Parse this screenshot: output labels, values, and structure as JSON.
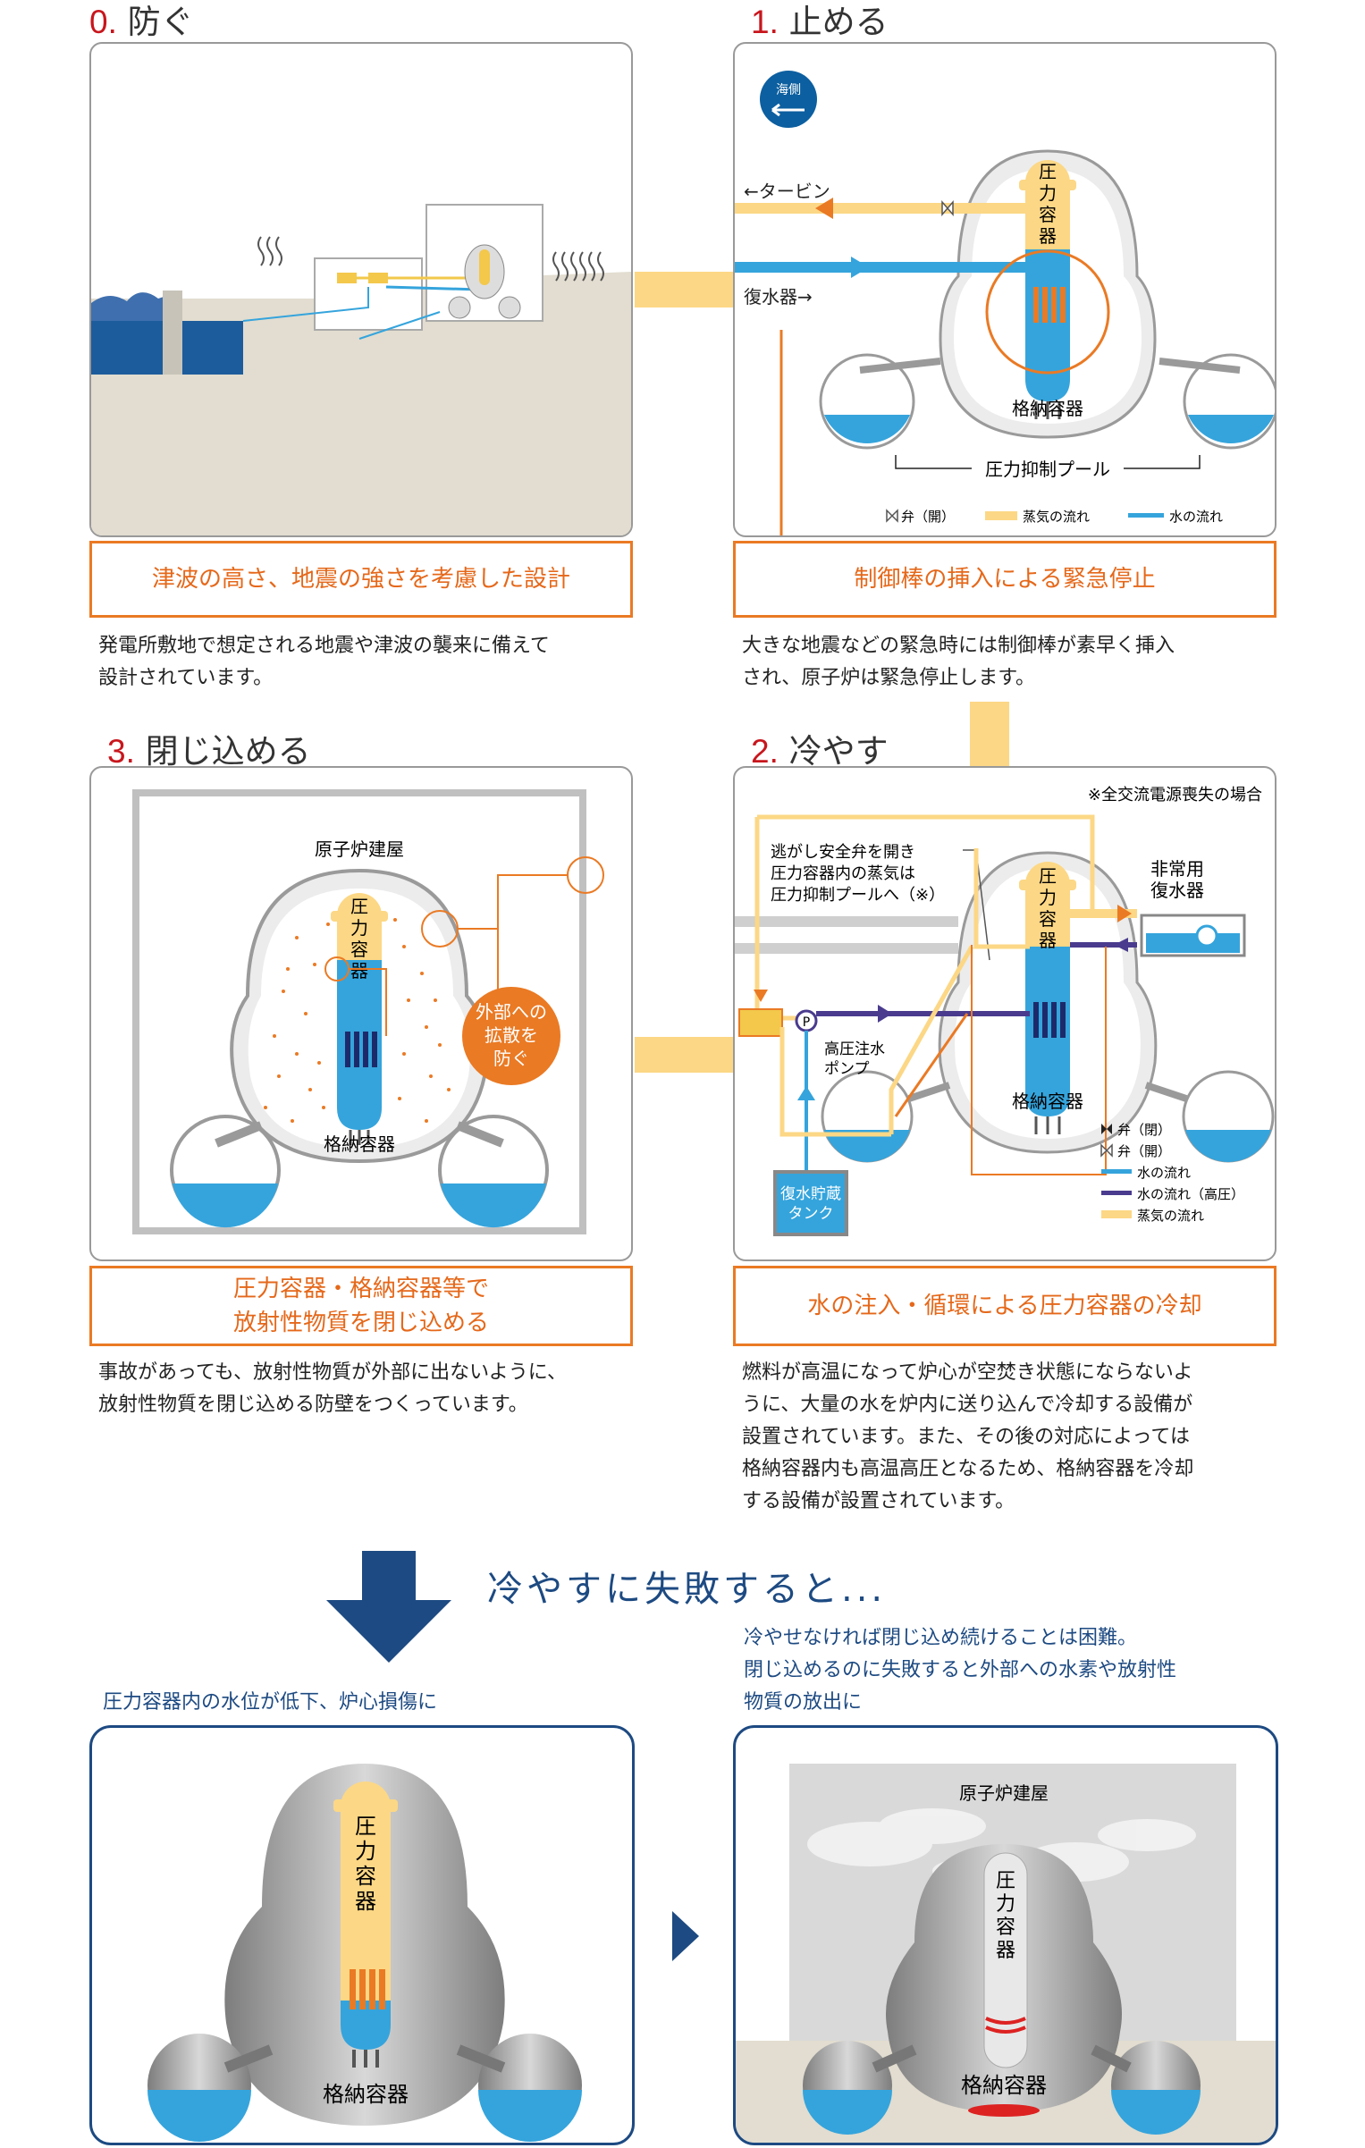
{
  "sections": {
    "s0": {
      "num": "0.",
      "title": "防ぐ",
      "caption": "津波の高さ、地震の強さを考慮した設計",
      "desc": [
        "発電所敷地で想定される地震や津波の襲来に備えて",
        "設計されています。"
      ]
    },
    "s1": {
      "num": "1.",
      "title": "止める",
      "caption": "制御棒の挿入による緊急停止",
      "desc": [
        "大きな地震などの緊急時には制御棒が素早く挿入",
        "され、原子炉は緊急停止します。"
      ]
    },
    "s3": {
      "num": "3.",
      "title": "閉じ込める",
      "caption": [
        "圧力容器・格納容器等で",
        "放射性物質を閉じ込める"
      ],
      "desc": [
        "事故があっても、放射性物質が外部に出ないように、",
        "放射性物質を閉じ込める防壁をつくっています。"
      ]
    },
    "s2": {
      "num": "2.",
      "title": "冷やす",
      "caption": "水の注入・循環による圧力容器の冷却",
      "desc": [
        "燃料が高温になって炉心が空焚き状態にならないよ",
        "うに、大量の水を炉内に送り込んで冷却する設備が",
        "設置されています。また、その後の対応によっては",
        "格納容器内も高温高圧となるため、格納容器を冷却",
        "する設備が設置されています。"
      ]
    }
  },
  "stop_diagram": {
    "sea_side": [
      "海側"
    ],
    "turbine": "←タービン",
    "condenser": "復水器→",
    "pressure_vessel": [
      "圧",
      "力",
      "容",
      "器"
    ],
    "containment": "格納容器",
    "suppression_pool": "圧力抑制プール",
    "legend": {
      "valve_open": "弁（開）",
      "steam": "蒸気の流れ",
      "water": "水の流れ"
    }
  },
  "contain_diagram": {
    "building": "原子炉建屋",
    "pressure_vessel": [
      "圧",
      "力",
      "容",
      "器"
    ],
    "containment": "格納容器",
    "callout": [
      "外部への",
      "拡散を",
      "防ぐ"
    ]
  },
  "cool_diagram": {
    "note": "※全交流電源喪失の場合",
    "relief": [
      "逃がし安全弁を開き",
      "圧力容器内の蒸気は",
      "圧力抑制プールへ（※）"
    ],
    "emergency_condenser": [
      "非常用",
      "復水器"
    ],
    "pressure_vessel": [
      "圧",
      "力",
      "容",
      "器"
    ],
    "pump": [
      "高圧注水",
      "ポンプ"
    ],
    "pump_symbol": "P",
    "containment": "格納容器",
    "tank": [
      "復水貯蔵",
      "タンク"
    ],
    "legend": {
      "valve_closed": "弁（閉）",
      "valve_open": "弁（開）",
      "water": "水の流れ",
      "water_high": "水の流れ（高圧）",
      "steam": "蒸気の流れ"
    }
  },
  "failure": {
    "heading": "冷やすに失敗すると...",
    "left_caption": "圧力容器内の水位が低下、炉心損傷に",
    "right_caption": [
      "冷やせなければ閉じ込め続けることは困難。",
      "閉じ込めるのに失敗すると外部への水素や放射性",
      "物質の放出に"
    ],
    "left": {
      "pressure_vessel": [
        "圧",
        "力",
        "容",
        "器"
      ],
      "containment": "格納容器"
    },
    "right": {
      "building": "原子炉建屋",
      "pressure_vessel": [
        "圧",
        "力",
        "容",
        "器"
      ],
      "containment": "格納容器"
    }
  },
  "colors": {
    "orange": "#ea7a24",
    "steam": "#fcd785",
    "water": "#35a4dc",
    "navy": "#1d4a82",
    "red": "#c8161d"
  }
}
